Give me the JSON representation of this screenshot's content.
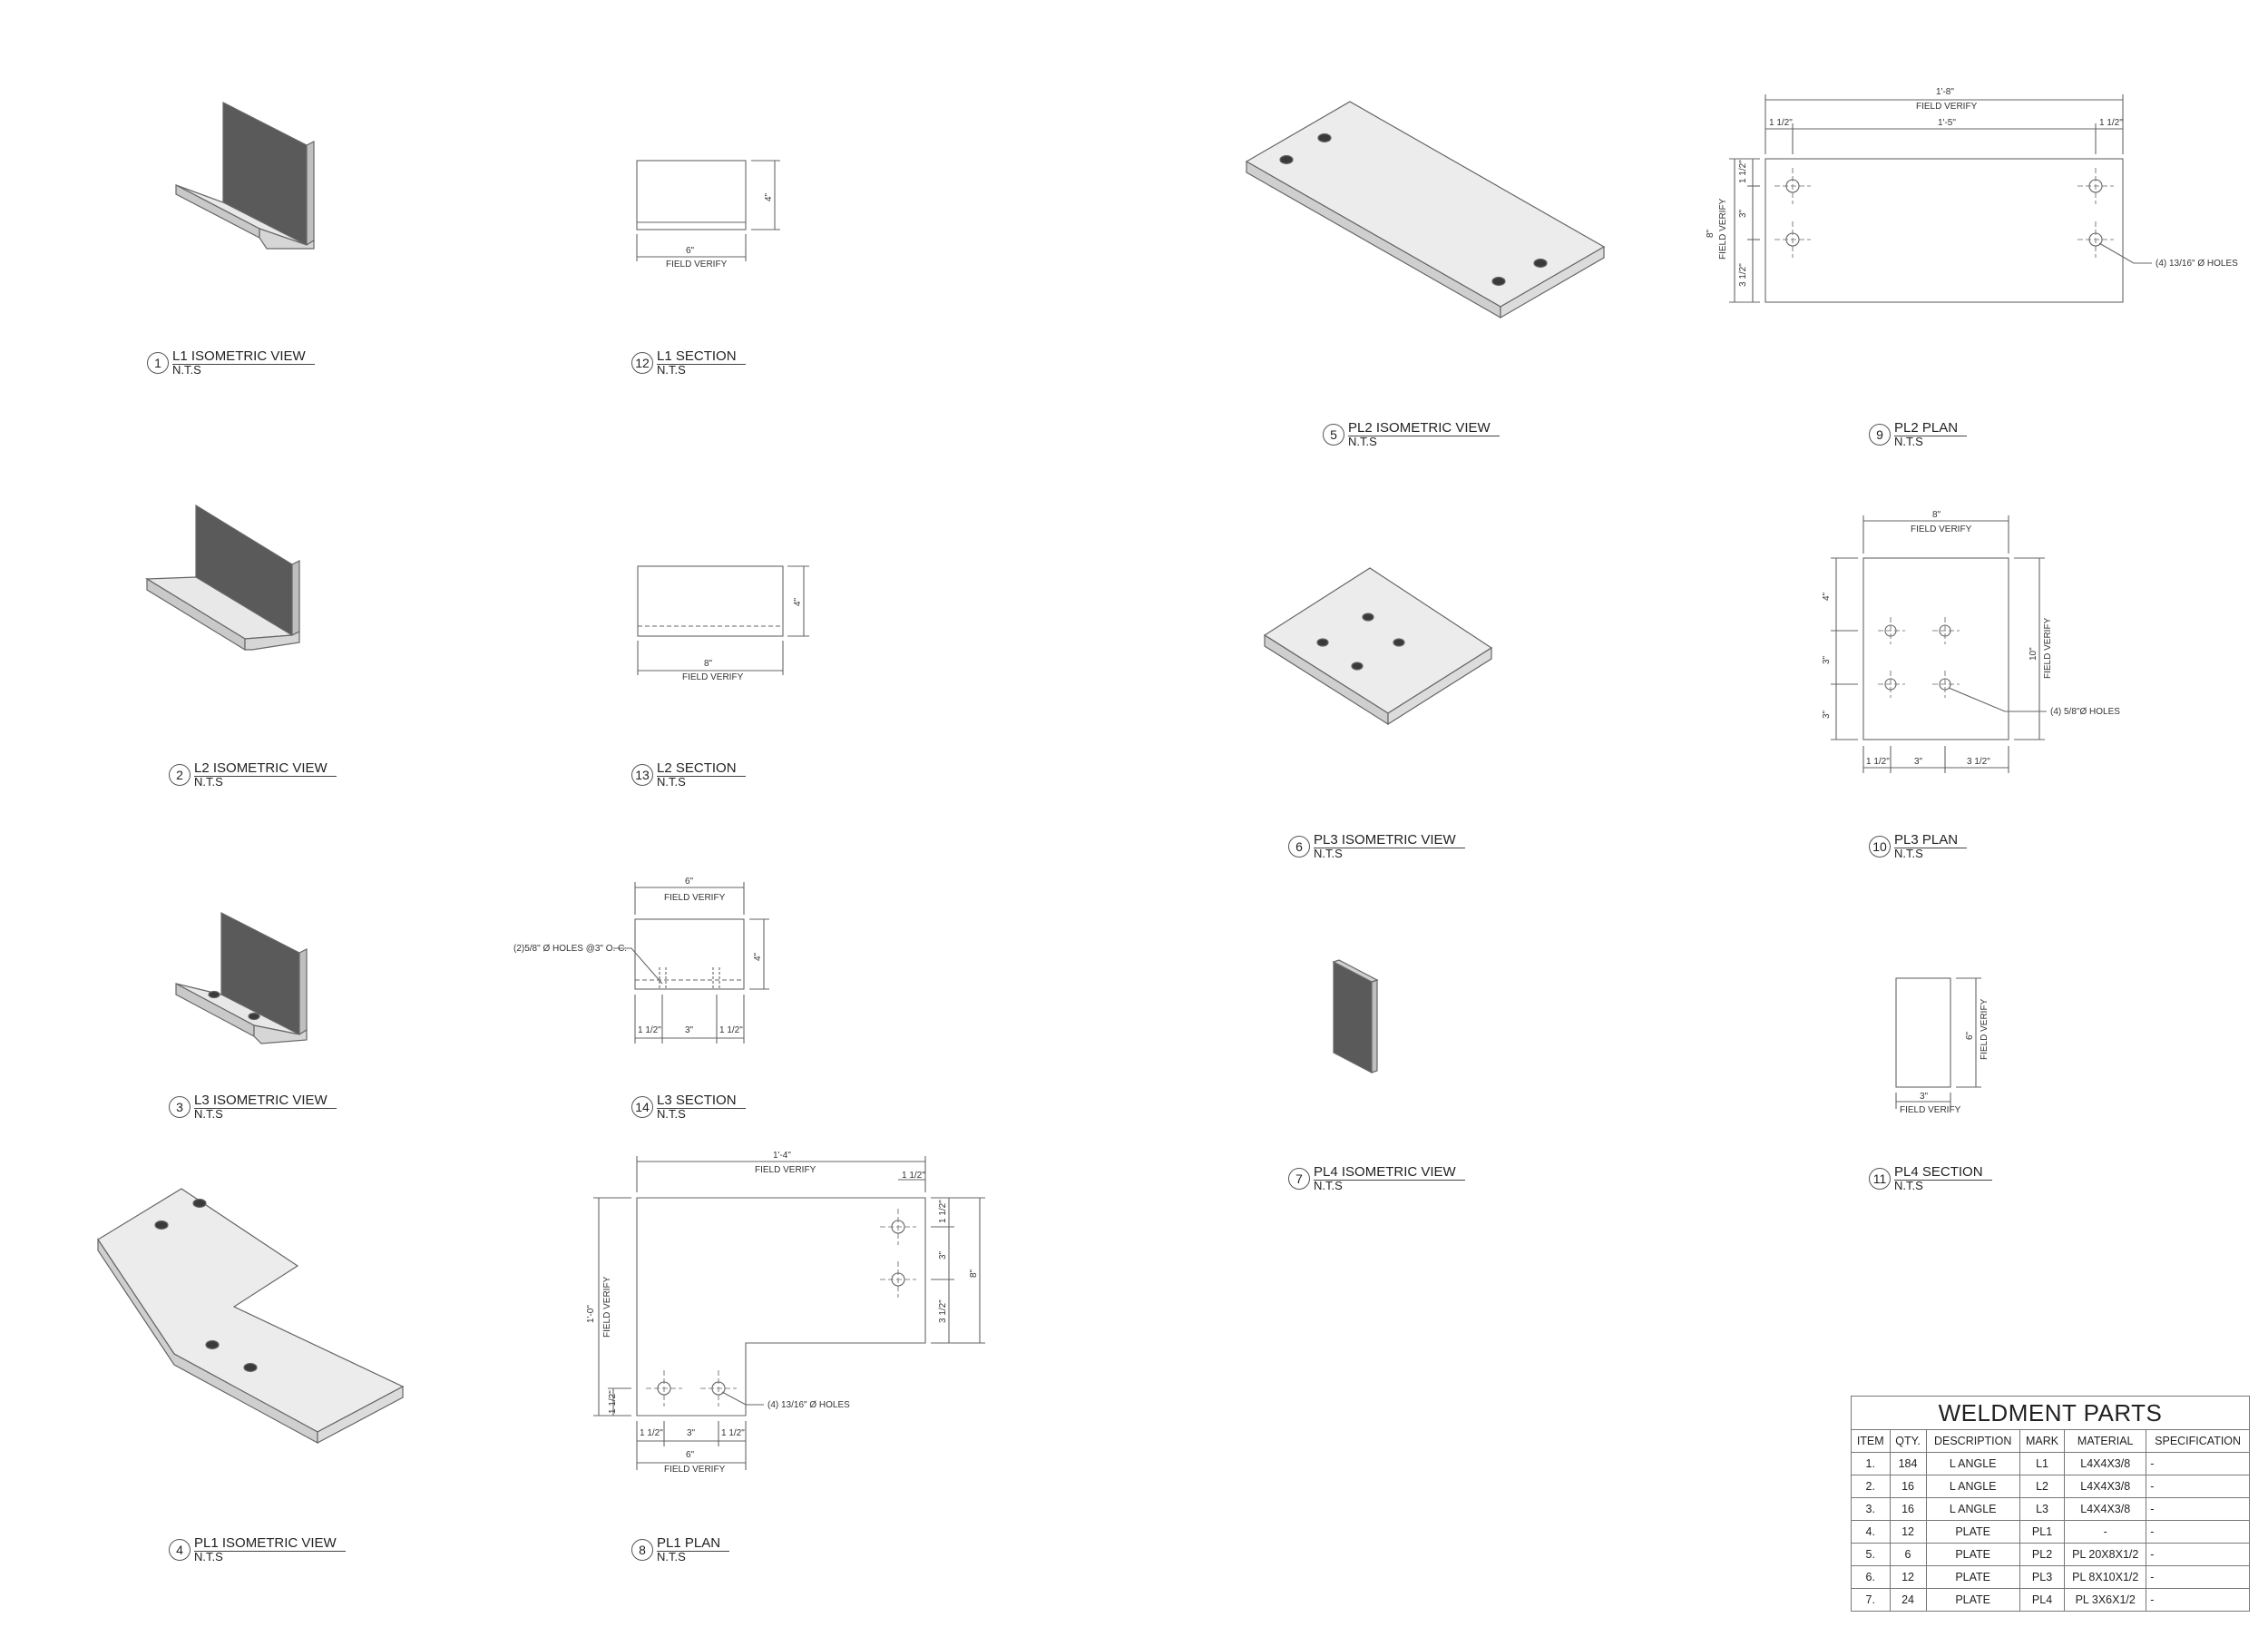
{
  "views": [
    {
      "num": "1",
      "title": "L1 ISOMETRIC VIEW",
      "scale": "N.T.S"
    },
    {
      "num": "12",
      "title": "L1 SECTION",
      "scale": "N.T.S"
    },
    {
      "num": "2",
      "title": "L2 ISOMETRIC VIEW",
      "scale": "N.T.S"
    },
    {
      "num": "13",
      "title": "L2 SECTION",
      "scale": "N.T.S"
    },
    {
      "num": "3",
      "title": "L3 ISOMETRIC VIEW",
      "scale": "N.T.S"
    },
    {
      "num": "14",
      "title": "L3 SECTION",
      "scale": "N.T.S"
    },
    {
      "num": "4",
      "title": "PL1 ISOMETRIC VIEW",
      "scale": "N.T.S"
    },
    {
      "num": "8",
      "title": "PL1 PLAN",
      "scale": "N.T.S"
    },
    {
      "num": "5",
      "title": "PL2 ISOMETRIC VIEW",
      "scale": "N.T.S"
    },
    {
      "num": "9",
      "title": "PL2 PLAN",
      "scale": "N.T.S"
    },
    {
      "num": "6",
      "title": "PL3 ISOMETRIC VIEW",
      "scale": "N.T.S"
    },
    {
      "num": "10",
      "title": "PL3 PLAN",
      "scale": "N.T.S"
    },
    {
      "num": "7",
      "title": "PL4 ISOMETRIC VIEW",
      "scale": "N.T.S"
    },
    {
      "num": "11",
      "title": "PL4 SECTION",
      "scale": "N.T.S"
    }
  ],
  "dimensions": {
    "field_verify": "FIELD VERIFY",
    "l1": {
      "width": "6\"",
      "height": "4\""
    },
    "l2": {
      "width": "8\"",
      "height": "4\""
    },
    "l3": {
      "width": "6\"",
      "height": "4\"",
      "edge": "1 1/2\"",
      "spacing": "3\"",
      "note": "(2)5/8\" Ø HOLES @3\" O. C."
    },
    "pl1": {
      "overall": "1'-4\"",
      "right_edge": "1 1/2\"",
      "top_offset": "1 1/2\"",
      "spacing": "3\"",
      "lower_offset": "3 1/2\"",
      "right_height": "8\"",
      "left_height": "1'-0\"",
      "bottom_offset": "1 1/2\"",
      "bottom_width": "6\"",
      "note": "(4) 13/16\" Ø HOLES"
    },
    "pl2": {
      "overall": "1'-8\"",
      "inner": "1'-5\"",
      "edge": "1 1/2\"",
      "top_edge": "1 1/2\"",
      "spacing": "3\"",
      "bottom_edge": "3 1/2\"",
      "height": "8\"",
      "note": "(4) 13/16\" Ø HOLES"
    },
    "pl3": {
      "width": "8\"",
      "top": "4\"",
      "spacing": "3\"",
      "edge": "1 1/2\"",
      "right_edge": "3 1/2\"",
      "height": "10\"",
      "note": "(4) 5/8\"Ø HOLES"
    },
    "pl4": {
      "width": "3\"",
      "height": "6\""
    }
  },
  "table": {
    "title": "WELDMENT PARTS",
    "columns": [
      "ITEM",
      "QTY.",
      "DESCRIPTION",
      "MARK",
      "MATERIAL",
      "SPECIFICATION"
    ],
    "rows": [
      [
        "1.",
        "184",
        "L ANGLE",
        "L1",
        "L4X4X3/8",
        "-"
      ],
      [
        "2.",
        "16",
        "L ANGLE",
        "L2",
        "L4X4X3/8",
        "-"
      ],
      [
        "3.",
        "16",
        "L ANGLE",
        "L3",
        "L4X4X3/8",
        "-"
      ],
      [
        "4.",
        "12",
        "PLATE",
        "PL1",
        "-",
        "-"
      ],
      [
        "5.",
        "6",
        "PLATE",
        "PL2",
        "PL 20X8X1/2",
        "-"
      ],
      [
        "6.",
        "12",
        "PLATE",
        "PL3",
        "PL 8X10X1/2",
        "-"
      ],
      [
        "7.",
        "24",
        "PLATE",
        "PL4",
        "PL 3X6X1/2",
        "-"
      ]
    ]
  },
  "colors": {
    "line": "#555555",
    "face_light": "#ececec",
    "face_mid": "#d4d4d4",
    "face_dark": "#5a5a5a",
    "hole": "#3a3a3a"
  }
}
